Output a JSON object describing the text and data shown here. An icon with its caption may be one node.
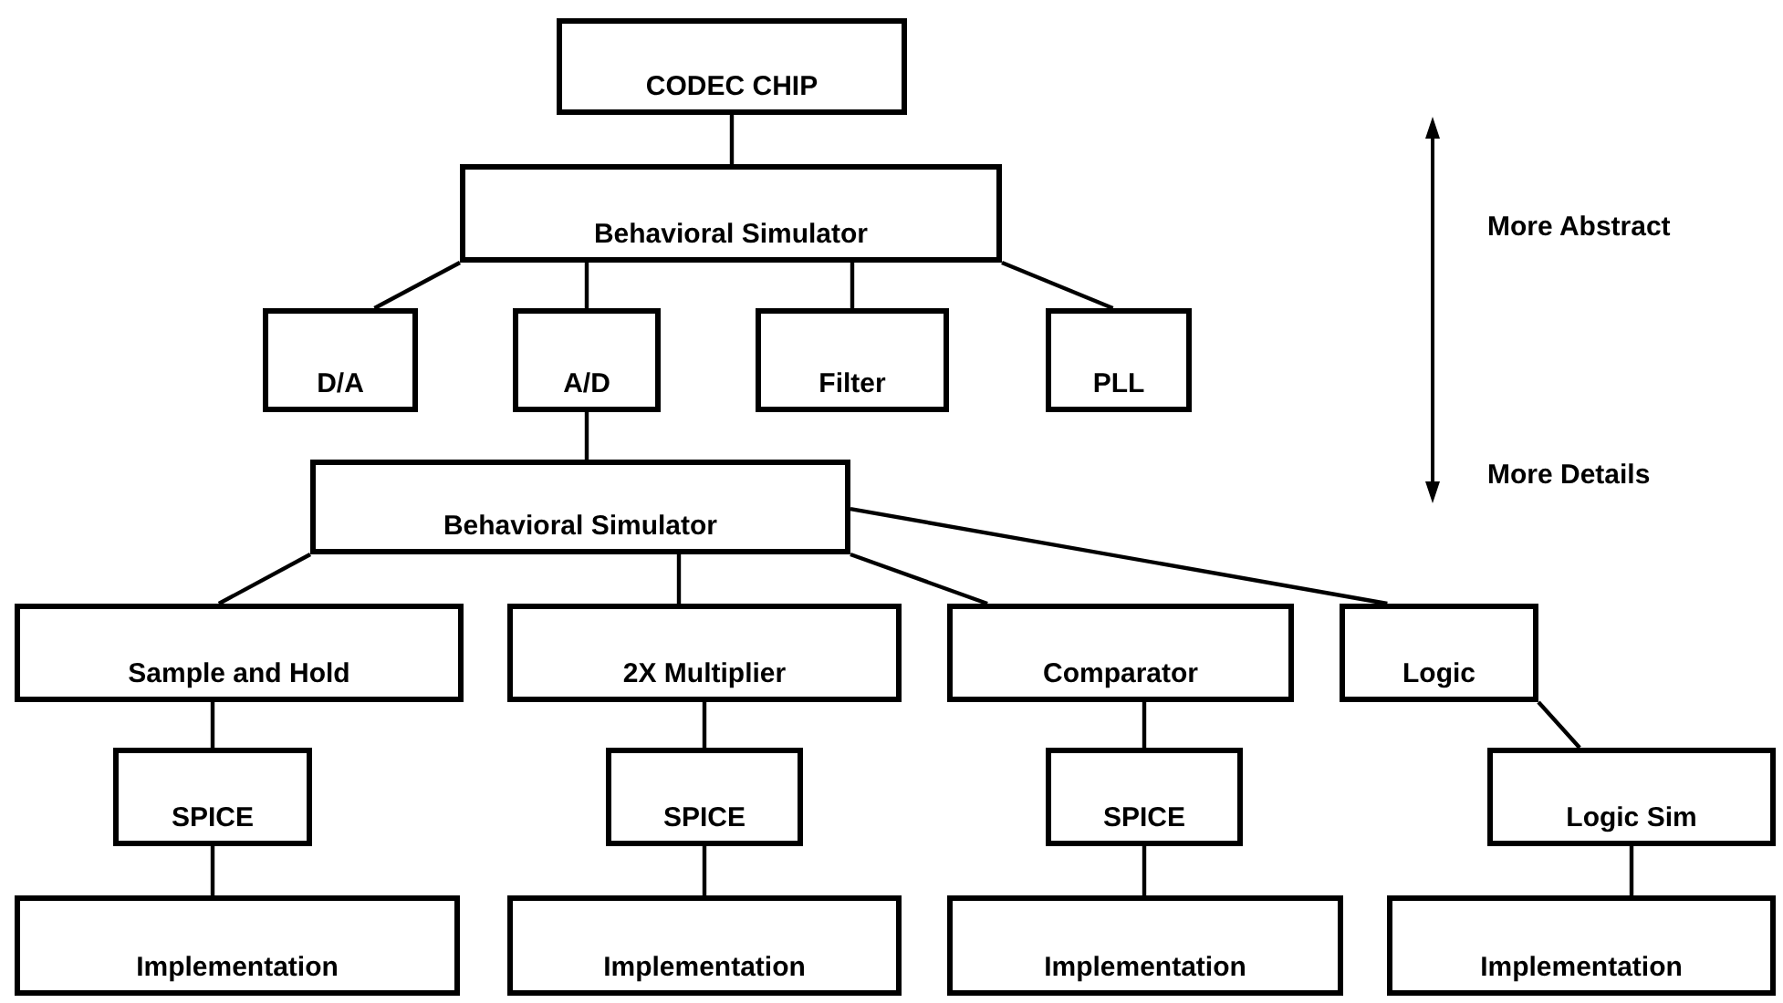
{
  "diagram": {
    "nodes": [
      {
        "text": [
          "CODEC CHIP"
        ]
      },
      {
        "text": [
          "Behavioral Simulator"
        ]
      },
      {
        "text": [
          "D/A"
        ]
      },
      {
        "text": [
          "A/D"
        ]
      },
      {
        "text": [
          "Filter"
        ]
      },
      {
        "text": [
          "PLL"
        ]
      },
      {
        "text": [
          "Behavioral Simulator"
        ]
      },
      {
        "text": [
          "Sample and Hold"
        ]
      },
      {
        "text": [
          "2X Multiplier"
        ]
      },
      {
        "text": [
          "Comparator"
        ]
      },
      {
        "text": [
          "Logic"
        ]
      },
      {
        "text": [
          "SPICE"
        ]
      },
      {
        "text": [
          "SPICE"
        ]
      },
      {
        "text": [
          "SPICE"
        ]
      },
      {
        "text": [
          "Logic Sim"
        ]
      },
      {
        "text": [
          "Implementation"
        ]
      },
      {
        "text": [
          "Implementation"
        ]
      },
      {
        "text": [
          "Implementation"
        ]
      },
      {
        "text": [
          "Implementation"
        ]
      }
    ],
    "edges": [
      {
        "from": 0,
        "to": 1,
        "arrow": "none"
      },
      {
        "from": 1,
        "to": 2,
        "arrow": "none"
      },
      {
        "from": 1,
        "to": 3,
        "arrow": "none"
      },
      {
        "from": 1,
        "to": 4,
        "arrow": "none"
      },
      {
        "from": 1,
        "to": 5,
        "arrow": "none"
      },
      {
        "from": 3,
        "to": 6,
        "arrow": "none"
      },
      {
        "from": 6,
        "to": 7,
        "arrow": "none"
      },
      {
        "from": 6,
        "to": 8,
        "arrow": "none"
      },
      {
        "from": 6,
        "to": 9,
        "arrow": "none"
      },
      {
        "from": 6,
        "to": 10,
        "arrow": "none"
      },
      {
        "from": 7,
        "to": 11,
        "arrow": "none"
      },
      {
        "from": 8,
        "to": 12,
        "arrow": "none"
      },
      {
        "from": 9,
        "to": 13,
        "arrow": "none"
      },
      {
        "from": 10,
        "to": 14,
        "arrow": "none"
      },
      {
        "from": 11,
        "to": 15,
        "arrow": "none"
      },
      {
        "from": 12,
        "to": 16,
        "arrow": "none"
      },
      {
        "from": 13,
        "to": 17,
        "arrow": "none"
      },
      {
        "from": 14,
        "to": 18,
        "arrow": "none"
      }
    ],
    "labels": [
      "More Abstract",
      "More Details"
    ]
  }
}
